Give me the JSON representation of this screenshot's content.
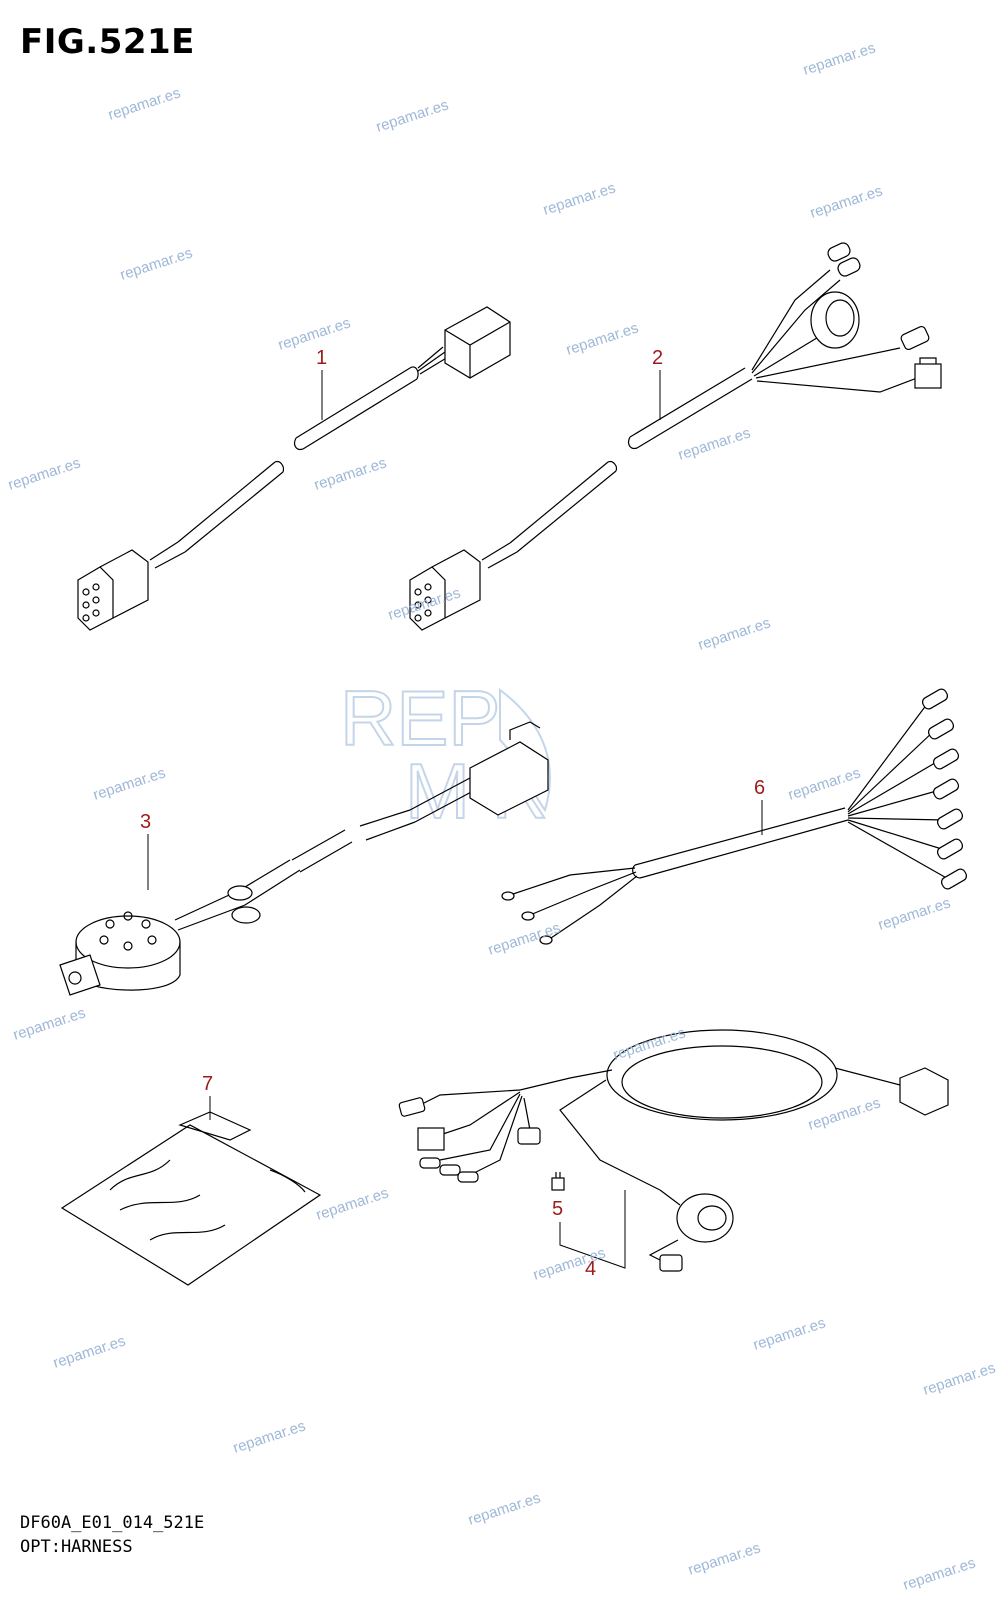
{
  "figure": {
    "title": "FIG.521E",
    "code": "DF60A_E01_014_521E",
    "caption": "OPT:HARNESS"
  },
  "callouts": [
    "1",
    "2",
    "3",
    "4",
    "5",
    "6",
    "7"
  ],
  "watermark": {
    "text": "repamar.es",
    "logo_text": "REPAMAR",
    "color": "#9fb8d8"
  },
  "colors": {
    "callout": "#9b1c1c",
    "line": "#000000"
  }
}
